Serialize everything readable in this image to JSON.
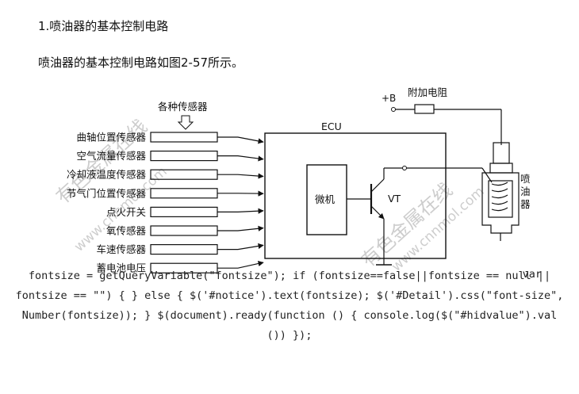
{
  "heading": "1.喷油器的基本控制电路",
  "intro": "喷油器的基本控制电路如图2-57所示。",
  "diagram": {
    "sensors_title": "各种传感器",
    "sensors": [
      "曲轴位置传感器",
      "空气流量传感器",
      "冷却液温度传感器",
      "节气门位置传感器",
      "点火开关",
      "氧传感器",
      "车速传感器",
      "蓄电池电压"
    ],
    "ecu_label": "ECU",
    "mcu_label": "微机",
    "transistor_label": "VT",
    "battery_label": "+B",
    "resistor_label": "附加电阻",
    "injector_label": [
      "喷",
      "油",
      "器"
    ],
    "watermark_cn": "有色金属在线",
    "watermark_url": "www.cnnmol.com"
  },
  "code": {
    "first": "var",
    "lines": [
      "fontsize = getQueryVariable(\"fontsize\"); if (fontsize==false||fontsize == null ||",
      "fontsize == \"\") { } else { $('#notice').text(fontsize); $('#Detail').css(\"font-size\",",
      "Number(fontsize)); } $(document).ready(function () { console.log($(\"#hidvalue\").val",
      "()) });"
    ]
  }
}
